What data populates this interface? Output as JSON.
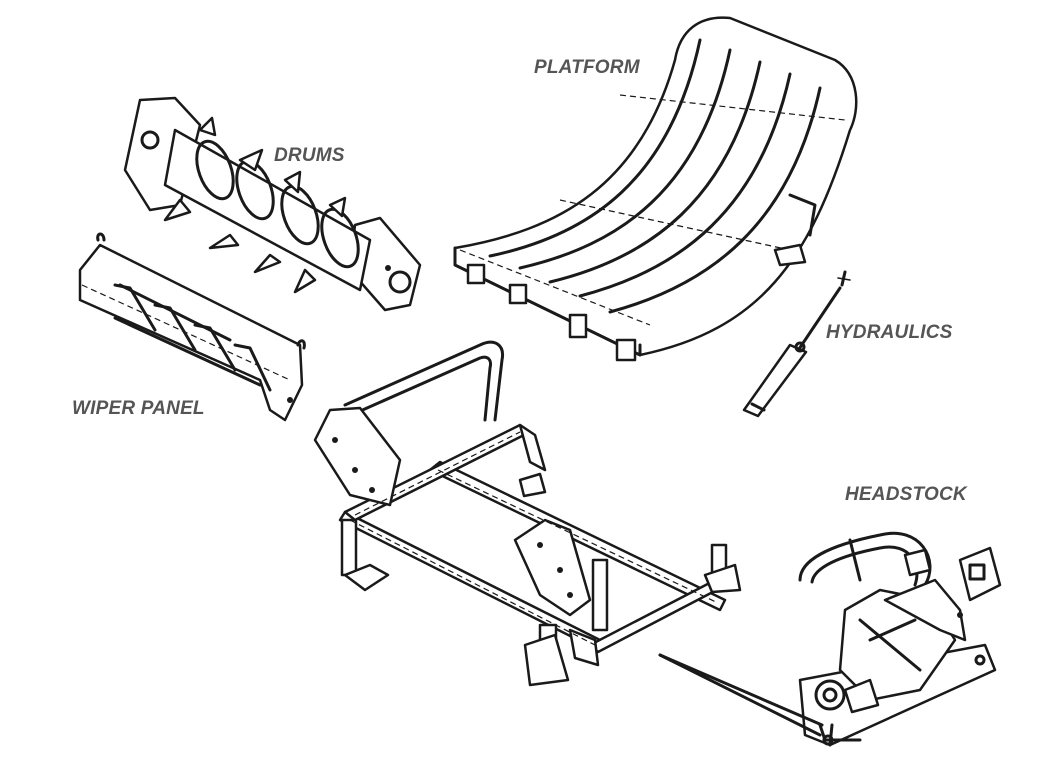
{
  "labels": {
    "platform": "PLATFORM",
    "drums": "DRUMS",
    "hydraulics": "HYDRAULICS",
    "wiper_panel": "WIPER PANEL",
    "headstock": "HEADSTOCK"
  },
  "colors": {
    "background": "#ffffff",
    "line_art": "#1a1a1a",
    "label_text": "#555555"
  }
}
